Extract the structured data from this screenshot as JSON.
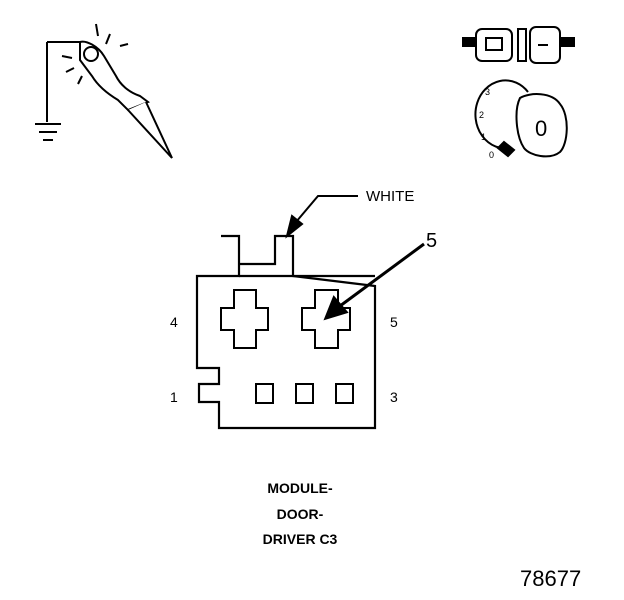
{
  "connector": {
    "wire_color_label": "WHITE",
    "callout_number": "5",
    "pin_labels": {
      "top_left": "4",
      "top_right": "5",
      "bottom_left": "1",
      "bottom_right": "3"
    }
  },
  "ignition": {
    "key_position_labels": [
      "3",
      "2",
      "1",
      "0"
    ],
    "key_label": "0"
  },
  "caption": {
    "line1": "MODULE-",
    "line2": "DOOR-",
    "line3": "DRIVER C3"
  },
  "figure_number": "78677"
}
